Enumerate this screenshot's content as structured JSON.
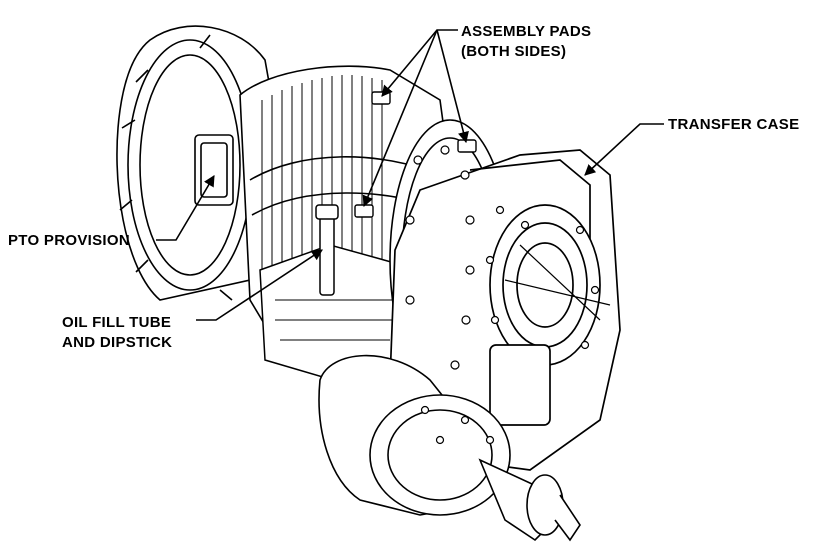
{
  "callouts": {
    "assembly_pads": {
      "line1": "ASSEMBLY PADS",
      "line2": "(BOTH SIDES)"
    },
    "transfer_case": "TRANSFER CASE",
    "pto_provision": "PTO PROVISION",
    "oil_fill": {
      "line1": "OIL FILL TUBE",
      "line2": "AND DIPSTICK"
    }
  },
  "colors": {
    "ink": "#000000",
    "paper": "#ffffff",
    "shade": "#d8d8d8"
  }
}
